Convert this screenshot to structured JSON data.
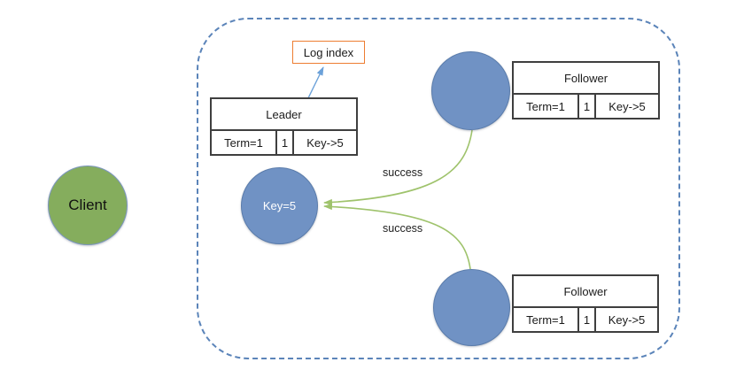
{
  "client": {
    "label": "Client"
  },
  "cluster": {
    "log_index_label": "Log index",
    "key_node_label": "Key=5",
    "ack_top_label": "success",
    "ack_bottom_label": "success",
    "leader": {
      "title": "Leader",
      "term": "Term=1",
      "index": "1",
      "entry": "Key->5"
    },
    "follower_top": {
      "title": "Follower",
      "term": "Term=1",
      "index": "1",
      "entry": "Key->5"
    },
    "follower_bottom": {
      "title": "Follower",
      "term": "Term=1",
      "index": "1",
      "entry": "Key->5"
    }
  },
  "colors": {
    "node_blue": "#7092c4",
    "client_green": "#85ad5d",
    "arrow_green": "#9fc36c",
    "arrow_blue": "#6ba1d9",
    "boundary_blue": "#5b84b9",
    "log_index_orange": "#ed7d31",
    "table_border": "#3f3f3f"
  }
}
